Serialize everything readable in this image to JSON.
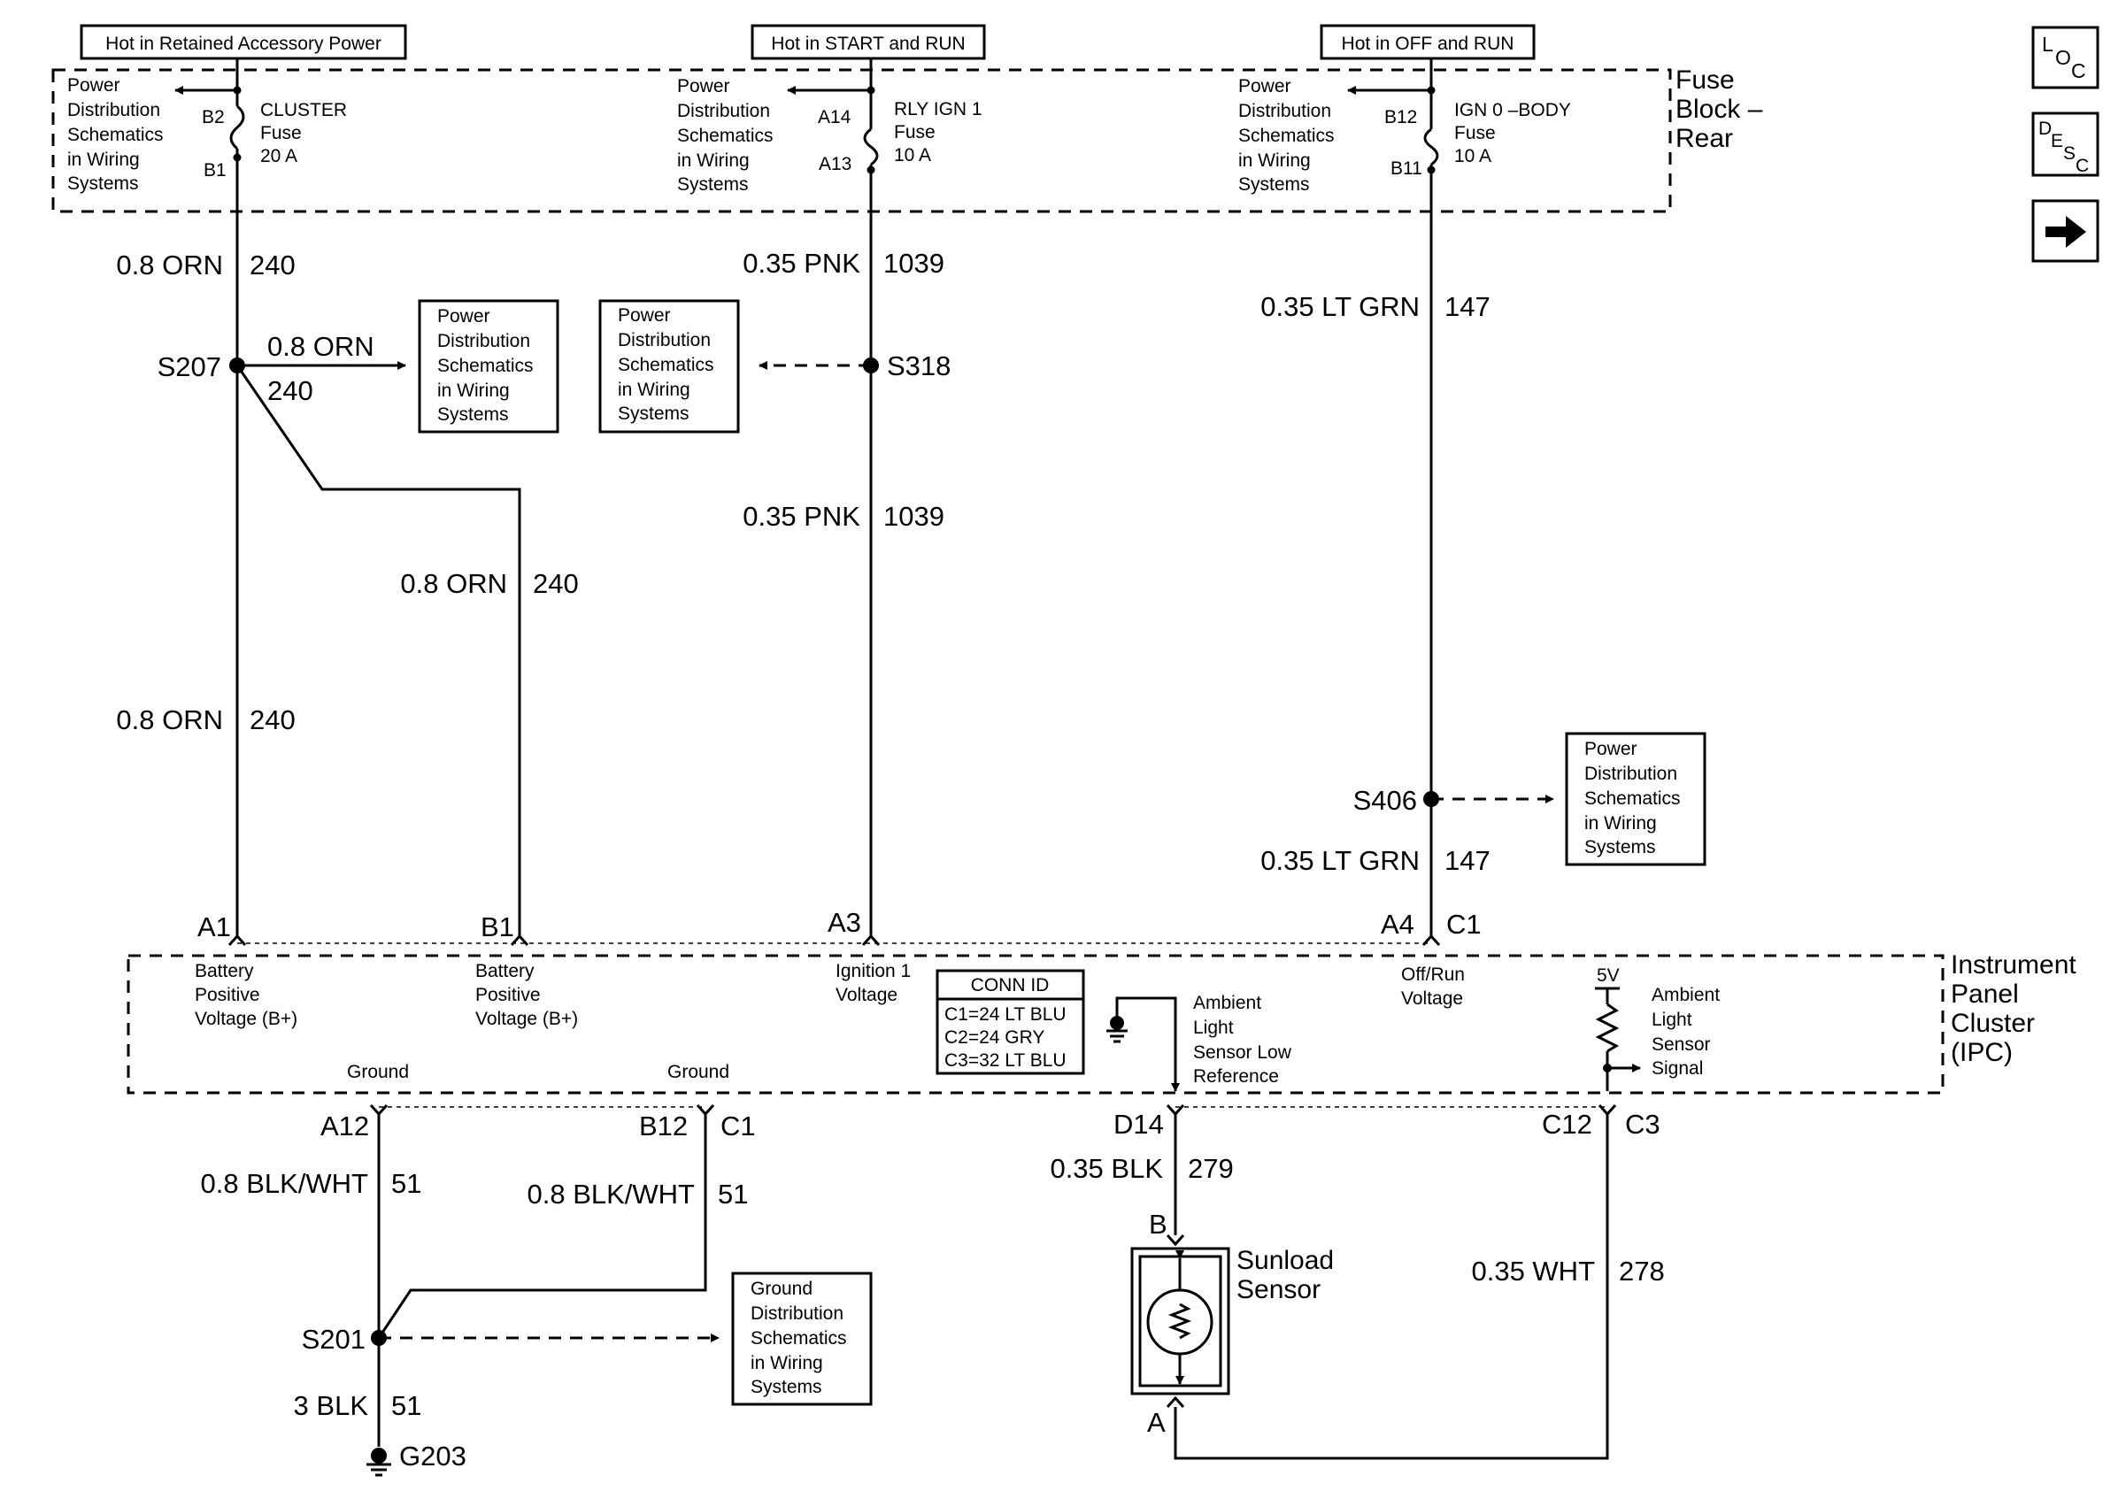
{
  "hot_labels": {
    "retained_accessory": "Hot in Retained Accessory Power",
    "start_run": "Hot in START and RUN",
    "off_run": "Hot in OFF and RUN"
  },
  "fuse_block": {
    "title_lines": [
      "Fuse",
      "Block –",
      "Rear"
    ],
    "pds_lines": [
      "Power",
      "Distribution",
      "Schematics",
      "in Wiring",
      "Systems"
    ],
    "fuses": [
      {
        "in_pin": "B2",
        "out_pin": "B1",
        "name": "CLUSTER",
        "type": "Fuse",
        "rating": "20 A"
      },
      {
        "in_pin": "A14",
        "out_pin": "A13",
        "name": "RLY IGN 1",
        "type": "Fuse",
        "rating": "10 A"
      },
      {
        "in_pin": "B12",
        "out_pin": "B11",
        "name": "IGN 0 –BODY",
        "type": "Fuse",
        "rating": "10 A"
      }
    ]
  },
  "wires": {
    "w240_top": {
      "gauge": "0.8 ORN",
      "circuit": "240"
    },
    "w240_branch": {
      "gauge": "0.8 ORN",
      "circuit": "240"
    },
    "w240_b1": {
      "gauge": "0.8 ORN",
      "circuit": "240"
    },
    "w240_a1": {
      "gauge": "0.8 ORN",
      "circuit": "240"
    },
    "w1039_top": {
      "gauge": "0.35 PNK",
      "circuit": "1039"
    },
    "w1039_low": {
      "gauge": "0.35 PNK",
      "circuit": "1039"
    },
    "w147_top": {
      "gauge": "0.35 LT GRN",
      "circuit": "147"
    },
    "w147_low": {
      "gauge": "0.35 LT GRN",
      "circuit": "147"
    },
    "w51_a12": {
      "gauge": "0.8 BLK/WHT",
      "circuit": "51"
    },
    "w51_b12": {
      "gauge": "0.8 BLK/WHT",
      "circuit": "51"
    },
    "w51_g203": {
      "gauge": "3 BLK",
      "circuit": "51"
    },
    "w279": {
      "gauge": "0.35 BLK",
      "circuit": "279"
    },
    "w278": {
      "gauge": "0.35 WHT",
      "circuit": "278"
    }
  },
  "splices": {
    "s207": "S207",
    "s318": "S318",
    "s406": "S406",
    "s201": "S201"
  },
  "ground": "G203",
  "ref_boxes": {
    "pds_s207": [
      "Power",
      "Distribution",
      "Schematics",
      "in Wiring",
      "Systems"
    ],
    "pds_s318": [
      "Power",
      "Distribution",
      "Schematics",
      "in Wiring",
      "Systems"
    ],
    "pds_s406": [
      "Power",
      "Distribution",
      "Schematics",
      "in Wiring",
      "Systems"
    ],
    "gds_s201": [
      "Ground",
      "Distribution",
      "Schematics",
      "in Wiring",
      "Systems"
    ]
  },
  "ipc": {
    "title_lines": [
      "Instrument",
      "Panel",
      "Cluster",
      "(IPC)"
    ],
    "top_pins": {
      "a1": "A1",
      "b1": "B1",
      "a3": "A3",
      "a4": "A4",
      "c1": "C1"
    },
    "bottom_pins": {
      "a12": "A12",
      "b12": "B12",
      "c1": "C1",
      "d14": "D14",
      "c12": "C12",
      "c3": "C3"
    },
    "labels": {
      "batt1": [
        "Battery",
        "Positive",
        "Voltage (B+)"
      ],
      "batt2": [
        "Battery",
        "Positive",
        "Voltage (B+)"
      ],
      "ign1": [
        "Ignition 1",
        "Voltage"
      ],
      "offrun": [
        "Off/Run",
        "Voltage"
      ],
      "ground1": "Ground",
      "ground2": "Ground",
      "als_low": [
        "Ambient",
        "Light",
        "Sensor Low",
        "Reference"
      ],
      "als_sig": [
        "Ambient",
        "Light",
        "Sensor",
        "Signal"
      ],
      "five_v": "5V"
    },
    "conn_id": {
      "title": "CONN ID",
      "rows": [
        "C1=24 LT BLU",
        "C2=24 GRY",
        "C3=32 LT BLU"
      ]
    }
  },
  "sunload": {
    "name_lines": [
      "Sunload",
      "Sensor"
    ],
    "pin_top": "B",
    "pin_bottom": "A"
  },
  "nav": {
    "loc": {
      "main": "L",
      "sub1": "O",
      "sub2": "C"
    },
    "desc": {
      "main": "D",
      "sub1": "E",
      "sub2": "S",
      "sub3": "C"
    },
    "next_icon": "arrow-right-icon"
  }
}
